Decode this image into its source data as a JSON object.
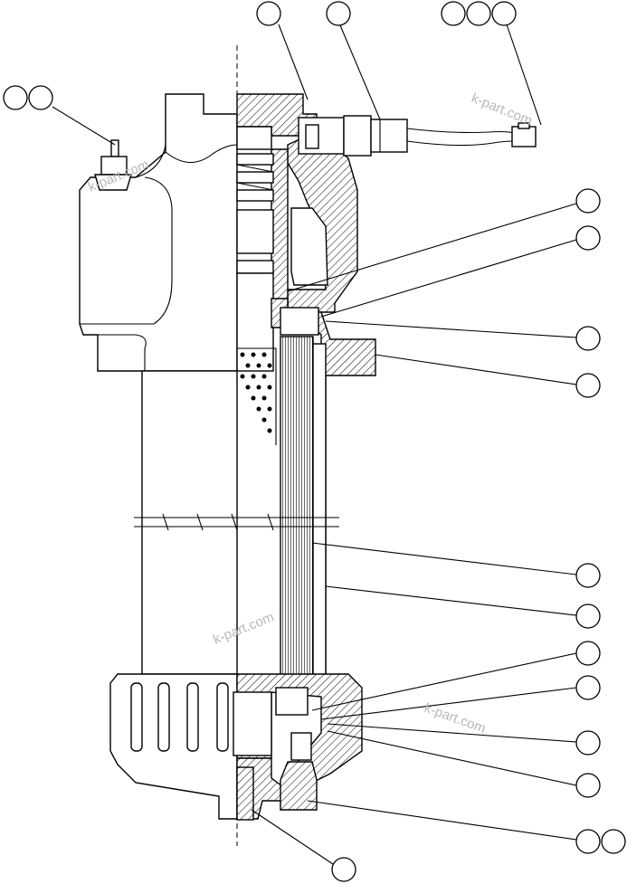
{
  "watermarks": [
    "k-part.com",
    "k-part.com",
    "k-part.com",
    "k-part.com"
  ],
  "callouts": [
    {
      "id": "c1"
    },
    {
      "id": "c2"
    },
    {
      "id": "c3"
    },
    {
      "id": "c4"
    },
    {
      "id": "c5"
    },
    {
      "id": "c6"
    },
    {
      "id": "c7"
    },
    {
      "id": "c8"
    },
    {
      "id": "c9"
    },
    {
      "id": "c10"
    },
    {
      "id": "c11"
    },
    {
      "id": "c12"
    },
    {
      "id": "c13"
    },
    {
      "id": "c14"
    },
    {
      "id": "c15"
    },
    {
      "id": "c16"
    },
    {
      "id": "c17"
    },
    {
      "id": "c18"
    },
    {
      "id": "c19"
    },
    {
      "id": "c20"
    },
    {
      "id": "c21"
    },
    {
      "id": "c22"
    }
  ],
  "colors": {
    "line": "#000000",
    "watermark": "#b8b8b8",
    "background": "#ffffff"
  }
}
